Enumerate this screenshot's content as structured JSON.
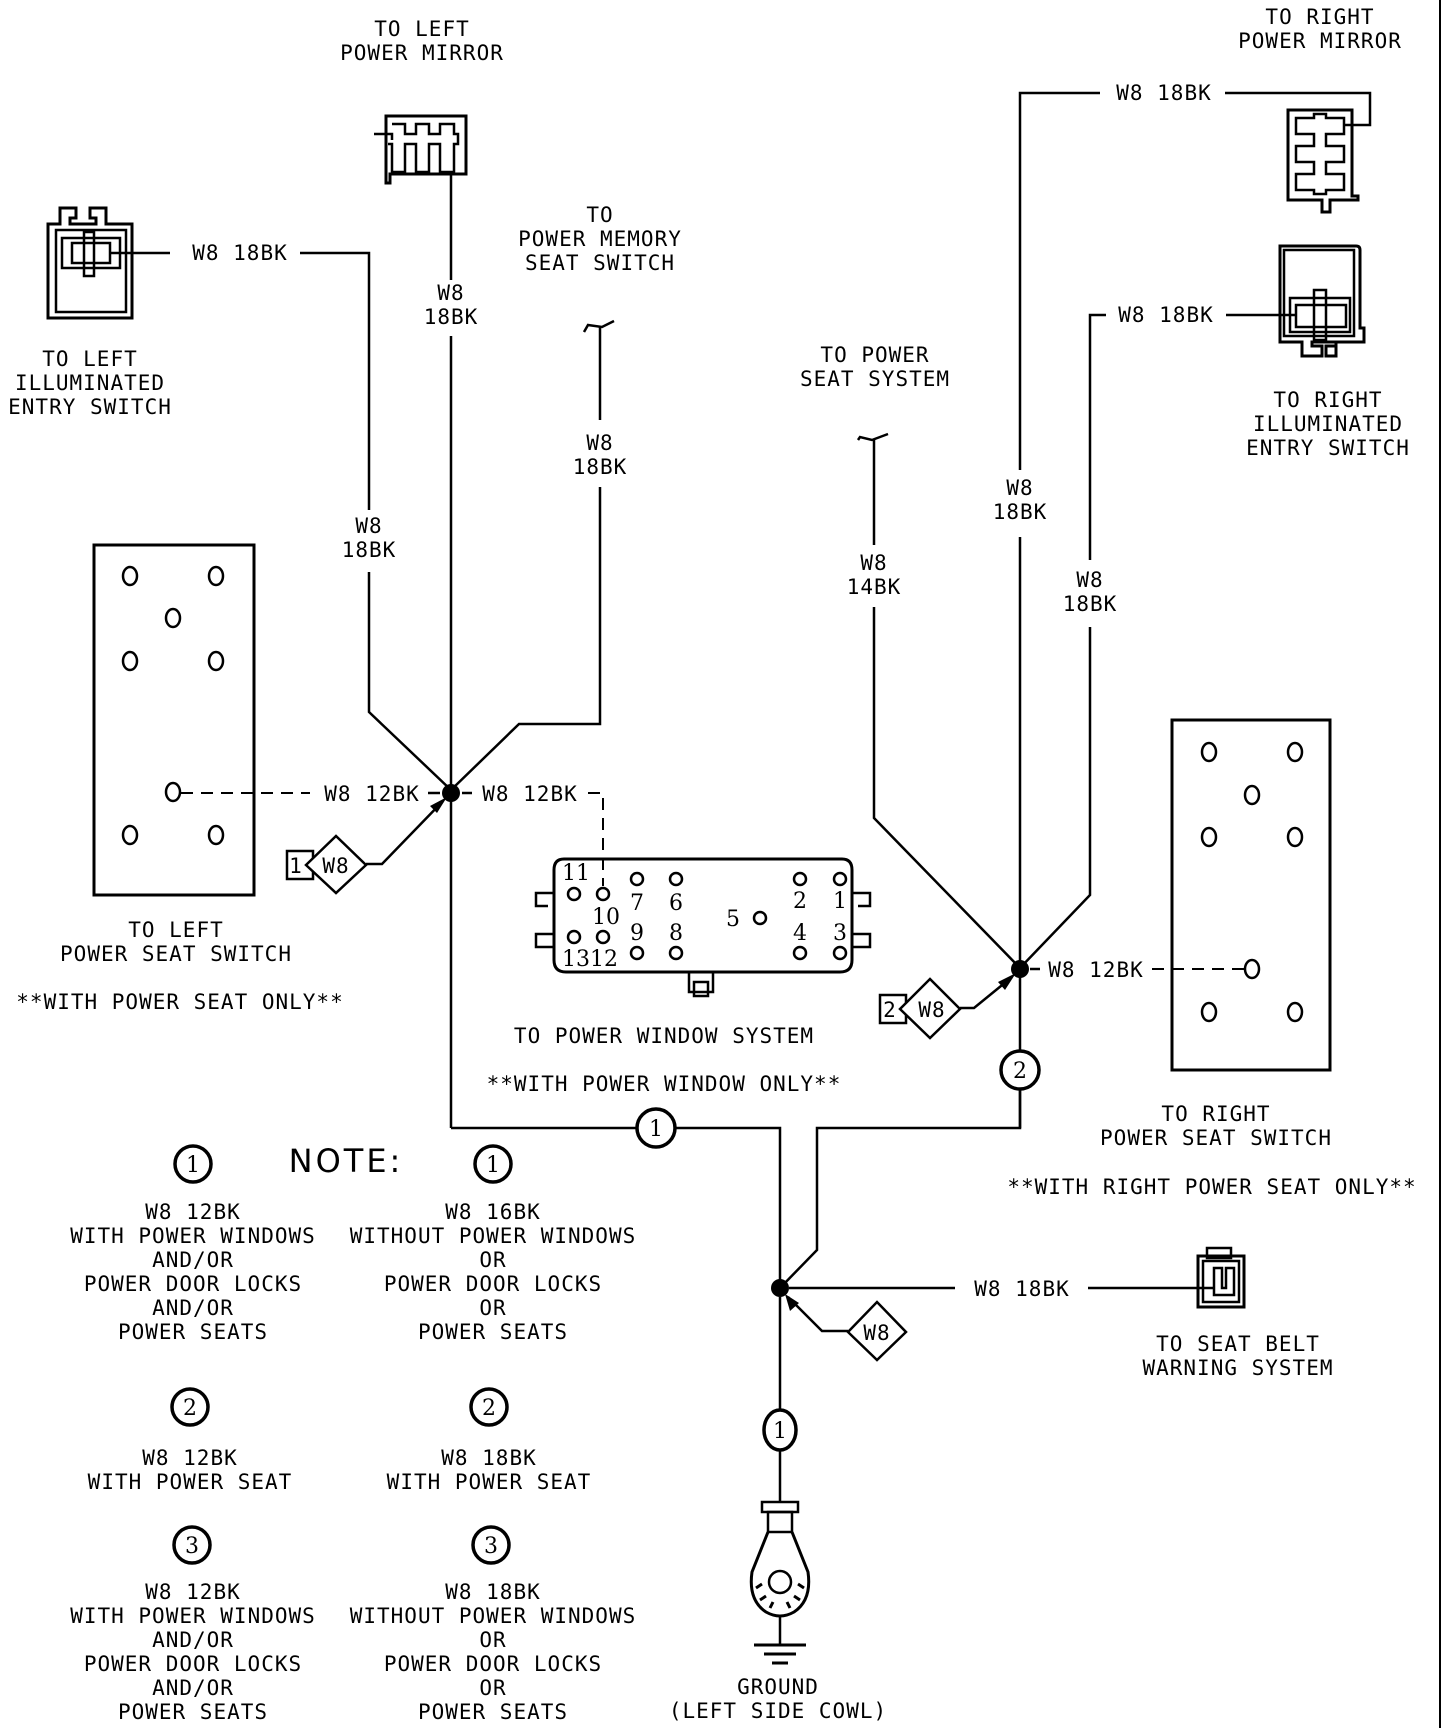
{
  "diagram": {
    "components": {
      "left_mirror": {
        "label_line1": "TO LEFT",
        "label_line2": "POWER MIRROR"
      },
      "right_mirror": {
        "label_line1": "TO RIGHT",
        "label_line2": "POWER MIRROR"
      },
      "left_entry_switch": {
        "label_line1": "TO LEFT",
        "label_line2": "ILLUMINATED",
        "label_line3": "ENTRY SWITCH"
      },
      "right_entry_switch": {
        "label_line1": "TO RIGHT",
        "label_line2": "ILLUMINATED",
        "label_line3": "ENTRY SWITCH"
      },
      "memory_seat_switch": {
        "label_line1": "TO",
        "label_line2": "POWER MEMORY",
        "label_line3": "SEAT SWITCH"
      },
      "power_seat_system": {
        "label_line1": "TO POWER",
        "label_line2": "SEAT SYSTEM"
      },
      "left_seat_switch": {
        "label_line1": "TO LEFT",
        "label_line2": "POWER SEAT SWITCH",
        "condition": "**WITH POWER SEAT ONLY**"
      },
      "right_seat_switch": {
        "label_line1": "TO RIGHT",
        "label_line2": "POWER SEAT SWITCH",
        "condition": "**WITH RIGHT POWER SEAT ONLY**"
      },
      "power_window": {
        "label": "TO POWER WINDOW SYSTEM",
        "condition": "**WITH POWER WINDOW ONLY**",
        "pins": [
          "1",
          "2",
          "3",
          "4",
          "5",
          "6",
          "7",
          "8",
          "9",
          "10",
          "11",
          "12",
          "13"
        ]
      },
      "seat_belt": {
        "label_line1": "TO SEAT BELT",
        "label_line2": "WARNING SYSTEM"
      },
      "ground": {
        "label_line1": "GROUND",
        "label_line2": "(LEFT SIDE COWL)"
      }
    },
    "wires": {
      "left_entry": "W8 18BK",
      "left_mirror_circuit": "W8",
      "left_mirror_gauge": "18BK",
      "memory_circuit": "W8",
      "memory_gauge": "18BK",
      "left_entry_circuit": "W8",
      "left_entry_gauge": "18BK",
      "left_seat": "W8 12BK",
      "window": "W8 12BK",
      "right_mirror": "W8 18BK",
      "right_entry": "W8 18BK",
      "seat_system_circuit": "W8",
      "seat_system_gauge": "14BK",
      "right_mirror_circuit": "W8",
      "right_mirror_gauge": "18BK",
      "right_entry_circuit": "W8",
      "right_entry_gauge": "18BK",
      "right_seat": "W8 12BK",
      "seat_belt": "W8 18BK"
    },
    "splices": {
      "left": {
        "tag": "W8",
        "number": "1"
      },
      "right": {
        "tag": "W8",
        "number": "2"
      },
      "bottom": {
        "tag": "W8"
      }
    },
    "callouts": {
      "a": "1",
      "b": "2",
      "c": "1"
    },
    "notes": {
      "title": "NOTE:",
      "items": [
        {
          "num": "1",
          "left": [
            "W8 12BK",
            "WITH POWER WINDOWS",
            "AND/OR",
            "POWER DOOR LOCKS",
            "AND/OR",
            "POWER SEATS"
          ],
          "right": [
            "W8 16BK",
            "WITHOUT POWER WINDOWS",
            "OR",
            "POWER DOOR LOCKS",
            "OR",
            "POWER SEATS"
          ]
        },
        {
          "num": "2",
          "left": [
            "W8 12BK",
            "WITH POWER SEAT"
          ],
          "right": [
            "W8 18BK",
            "WITH POWER SEAT"
          ]
        },
        {
          "num": "3",
          "left": [
            "W8 12BK",
            "WITH POWER WINDOWS",
            "AND/OR",
            "POWER DOOR LOCKS",
            "AND/OR",
            "POWER SEATS"
          ],
          "right": [
            "W8 18BK",
            "WITHOUT POWER WINDOWS",
            "OR",
            "POWER DOOR LOCKS",
            "OR",
            "POWER SEATS"
          ]
        }
      ]
    }
  }
}
